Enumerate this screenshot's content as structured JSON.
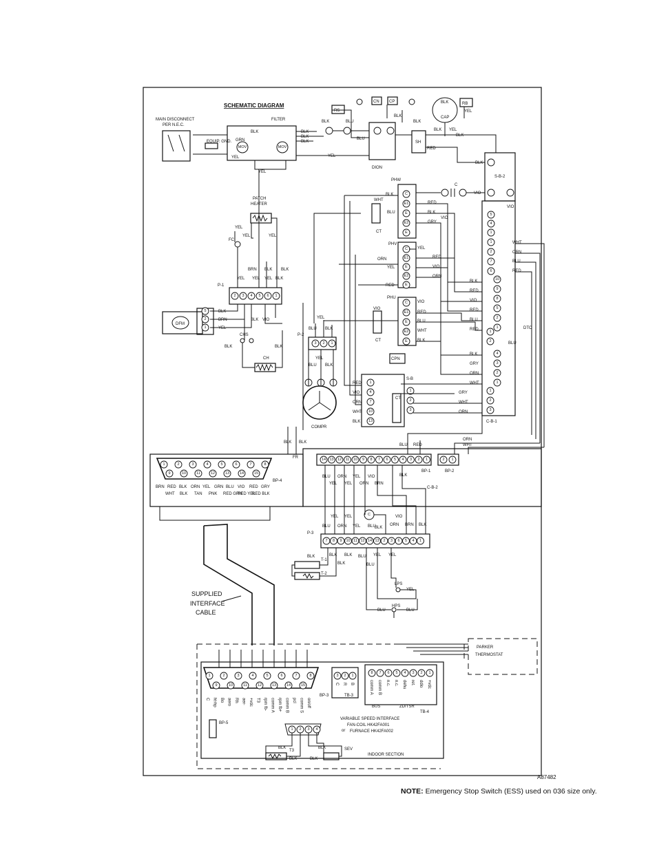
{
  "diagram": {
    "title": "SCHEMATIC DIAGRAM",
    "figure_id": "A87482",
    "note_label": "NOTE:",
    "note_text": "Emergency Stop Switch (ESS) used on 036 size only.",
    "labels": {
      "main_disconnect": "MAIN DISCONNECT",
      "per_nec": "PER N.E.C.",
      "equip_gnd": "EQUIP. GND.",
      "filter": "FILTER",
      "mov": "MOV",
      "dion": "DION",
      "rs": "RS",
      "cn": "CN",
      "cp": "CP",
      "rb": "RB",
      "cap": "CAP",
      "sh": "SH",
      "sb2": "S-B-2",
      "patch_heater": "PATCH",
      "patch_heater2": "HEATER",
      "fc": "FC",
      "p1": "P-1",
      "p2": "P-2",
      "p3": "P-3",
      "dfm": "DFM",
      "chs": "CHS",
      "ch": "CH",
      "phw": "PHW",
      "phv": "PHV",
      "phu": "PHU",
      "ct": "CT",
      "cpn": "CPN",
      "sb": "S-B",
      "cb1": "C-B-1",
      "cb2": "C-B-2",
      "dtc": "DTC",
      "compr": "COMPR",
      "fr": "FR",
      "bp1": "BP-1",
      "bp2": "BP-2",
      "bp3": "BP-3",
      "bp4": "BP-4",
      "bp5": "BP-5",
      "t1": "T-1",
      "t2": "T-2",
      "lps": "LPS",
      "hps": "HPS",
      "supplied": "SUPPLIED",
      "interface": "INTERFACE",
      "cable": "CABLE",
      "parker": "PARKER",
      "thermostat": "THERMOSTAT",
      "tb3": "TB-3",
      "tb4": "TB-4",
      "bus": "BUS",
      "zd_tsr": "ZD/TSR",
      "vsi1": "VARIABLE SPEED INTERFACE",
      "vsi2": "FAN-COIL HK42FA001",
      "vsi3": "FURNACE HK42FA002",
      "or": "or",
      "indoor_section": "INDOOR SECTION",
      "sev": "SEV",
      "t3": "T3"
    },
    "wire_colors": [
      "BLK",
      "BLU",
      "YEL",
      "RED",
      "ORN",
      "GRY",
      "WHT",
      "BRN",
      "VIO",
      "GRN",
      "TAN",
      "PNK"
    ],
    "bp4_top_pins": [
      "1",
      "2",
      "3",
      "4",
      "5",
      "6",
      "7",
      "8"
    ],
    "bp4_bottom_pins": [
      "9",
      "10",
      "11",
      "12",
      "13",
      "14",
      "15"
    ],
    "bp4_wires_row1": [
      "BRN",
      "RED",
      "BLK",
      "ORN",
      "YEL",
      "GRN",
      "BLU",
      "VIO",
      "RED",
      "GRY"
    ],
    "bp4_wires_row2": [
      "WHT",
      "BLK",
      "TAN",
      "PNK",
      "RED GRN",
      "RED YEL",
      "RED BLK"
    ],
    "bp1_pins": [
      "14",
      "13",
      "12",
      "11",
      "10",
      "9",
      "8",
      "7",
      "6",
      "5",
      "4",
      "3",
      "2",
      "1"
    ],
    "bp3_top_pins": [
      "1",
      "2",
      "3",
      "4",
      "5",
      "6",
      "7",
      "8"
    ],
    "bp3_bottom_pins": [
      "9",
      "10",
      "11",
      "12",
      "13",
      "14",
      "15"
    ],
    "bp3_signals": [
      "C",
      "ht-hp",
      "Bo",
      "aero",
      "Rh",
      "aer-",
      "+vdc",
      "T3",
      "rpm fb-",
      "comm A",
      "rpm fb+",
      "comm B",
      "pcl",
      "comm S",
      "on/off"
    ],
    "tb4_pins": [
      "8",
      "7",
      "6",
      "5",
      "4",
      "3",
      "2",
      "1"
    ],
    "tb4_signals": [
      "comm A",
      "comm B",
      "n.c.",
      "n.c.",
      "dehu",
      "ret.",
      "ddlo",
      "+vdc"
    ],
    "tb3_pins": [
      "3",
      "2",
      "1"
    ],
    "tb3_signals": [
      "C",
      "R",
      "B"
    ]
  }
}
